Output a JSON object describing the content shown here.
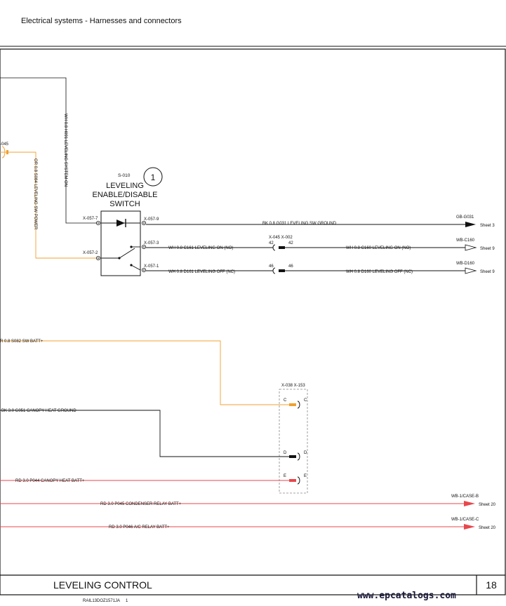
{
  "header": {
    "title": "Electrical systems - Harnesses and connectors"
  },
  "footer": {
    "title": "LEVELING CONTROL",
    "page_number": "18",
    "doc_code": "RAIL13DOZ1571JA",
    "doc_rev": "1",
    "watermark": "www.epcatalogs.com"
  },
  "switch": {
    "id": "S-010",
    "callout": "1",
    "name_line1": "LEVELING",
    "name_line2": "ENABLE/DISABLE",
    "name_line3": "SWITCH",
    "pin_7": "X-057-7",
    "pin_2": "X-057-2",
    "pin_9": "X-057-9",
    "pin_3": "X-057-3",
    "pin_1": "X-057-1"
  },
  "wires": {
    "top_left_connector": "-045",
    "vertical_system_on": "WH 0.8 H091 LEVELING SYSTEM ON",
    "vertical_sw_power": "OR 0.8 S084 LEVELING SW POWER",
    "ground": "BK 0.8 G031 LEVELING SW GROUND",
    "on_left": "WH 0.8 C161 LEVELING ON (NO)",
    "on_right": "WH 0.8 C160 LEVELING ON (NO)",
    "off_left": "WH 0.8 D161 LEVELING OFF (NC)",
    "off_right": "WH 0.8 D160 LEVELING OFF (NC)",
    "sw_batt": "R 0.8 S082 SW BATT+",
    "canopy_ground": "BK 3.0 G051 CANOPY HEAT GROUND",
    "canopy_batt": "RD 3.0 P044 CANOPY HEAT BATT+",
    "condenser_batt": "RD 3.0 P045 CONDENSER RELAY BATT+",
    "ac_batt": "RD 3.0 P046 A/C RELAY BATT+"
  },
  "inline_connector_1": {
    "label": "X-045 X-002",
    "pin_left": "42",
    "pin_right": "42"
  },
  "inline_connector_2": {
    "pin_left": "46",
    "pin_right": "46"
  },
  "canopy_connector": {
    "label": "X-038 X-153",
    "pins": [
      "C",
      "D",
      "E"
    ]
  },
  "destinations": {
    "gnd": {
      "label": "GB-G031",
      "sheet": "Sheet 3"
    },
    "c160": {
      "label": "WB-C160",
      "sheet": "Sheet 9"
    },
    "d160": {
      "label": "WB-D160",
      "sheet": "Sheet 9"
    },
    "case_b": {
      "label": "WB-1/CASE-B",
      "sheet": "Sheet 20"
    },
    "case_c": {
      "label": "WB-1/CASE-C",
      "sheet": "Sheet 20"
    }
  },
  "colors": {
    "orange": "#f0a030",
    "red": "#e8474c",
    "black": "#111111",
    "gray": "#888888"
  }
}
